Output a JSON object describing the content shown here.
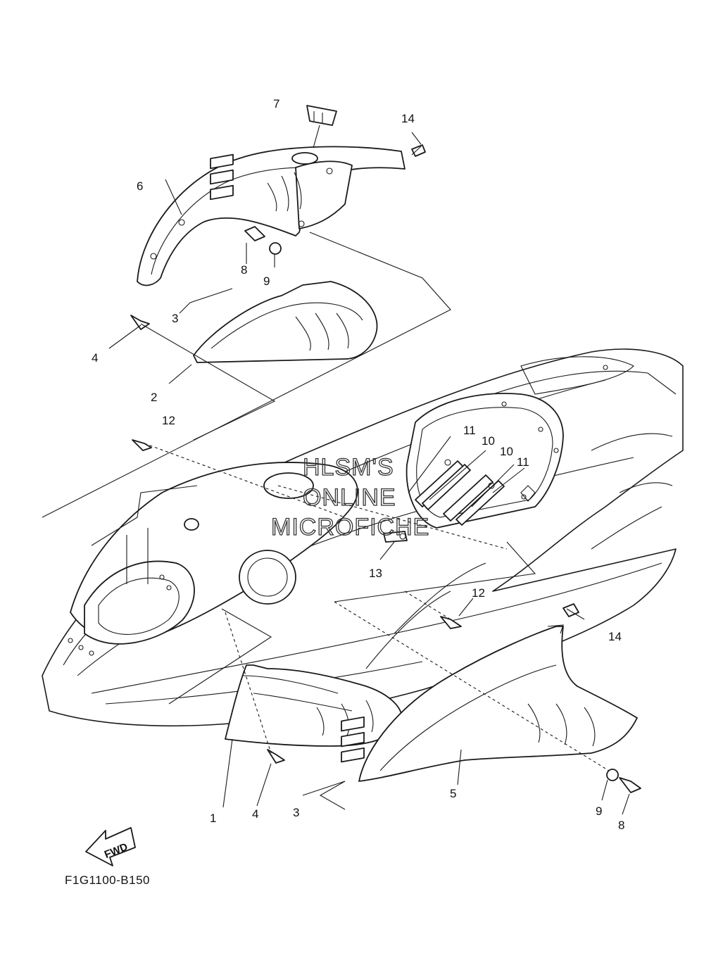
{
  "diagram_code": "F1G1100-B150",
  "watermark": {
    "line1": "HLSM'S",
    "line2": "ONLINE",
    "line3": "MICROFICHE"
  },
  "fwd_arrow_label": "FWD",
  "callouts": {
    "c1": "1",
    "c2": "2",
    "c3a": "3",
    "c3b": "3",
    "c4a": "4",
    "c4b": "4",
    "c5": "5",
    "c6": "6",
    "c7": "7",
    "c8a": "8",
    "c8b": "8",
    "c9a": "9",
    "c9b": "9",
    "c10a": "10",
    "c10b": "10",
    "c11a": "11",
    "c11b": "11",
    "c12a": "12",
    "c12b": "12",
    "c13": "13",
    "c14a": "14",
    "c14b": "14"
  }
}
